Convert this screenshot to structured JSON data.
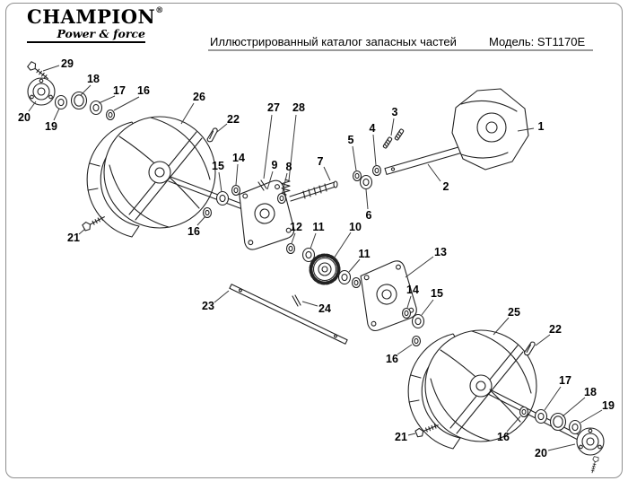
{
  "header": {
    "brand": "CHAMPION",
    "registered": "®",
    "tagline": "Power & force",
    "title": "Иллюстрированный каталог запасных частей",
    "model": "Модель: ST1170E"
  },
  "colors": {
    "line": "#222222",
    "text": "#000000",
    "border": "#8f8f8f"
  },
  "diagram": {
    "callouts": [
      {
        "n": "29",
        "label": [
          75,
          71
        ],
        "line": [
          66,
          73,
          48,
          79
        ]
      },
      {
        "n": "18",
        "label": [
          104,
          88
        ],
        "line": [
          101,
          95,
          90,
          106
        ]
      },
      {
        "n": "17",
        "label": [
          133,
          101
        ],
        "line": [
          128,
          107,
          110,
          115
        ]
      },
      {
        "n": "16",
        "label": [
          160,
          101
        ],
        "line": [
          155,
          108,
          127,
          123
        ]
      },
      {
        "n": "26",
        "label": [
          222,
          108
        ],
        "line": [
          216,
          115,
          202,
          138
        ]
      },
      {
        "n": "20",
        "label": [
          27,
          131
        ],
        "line": [
          32,
          124,
          40,
          113
        ]
      },
      {
        "n": "19",
        "label": [
          57,
          141
        ],
        "line": [
          60,
          134,
          66,
          121
        ]
      },
      {
        "n": "22",
        "label": [
          260,
          133
        ],
        "line": [
          253,
          138,
          242,
          147
        ]
      },
      {
        "n": "27",
        "label": [
          305,
          120
        ],
        "line": [
          303,
          128,
          294,
          199
        ]
      },
      {
        "n": "28",
        "label": [
          333,
          120
        ],
        "line": [
          330,
          128,
          322,
          201
        ]
      },
      {
        "n": "3",
        "label": [
          440,
          125
        ],
        "line": [
          439,
          132,
          436,
          151
        ]
      },
      {
        "n": "1",
        "label": [
          603,
          141
        ],
        "line": [
          595,
          143,
          577,
          146
        ]
      },
      {
        "n": "4",
        "label": [
          415,
          143
        ],
        "line": [
          416,
          150,
          419,
          184
        ]
      },
      {
        "n": "5",
        "label": [
          391,
          156
        ],
        "line": [
          393,
          163,
          397,
          190
        ]
      },
      {
        "n": "7",
        "label": [
          357,
          180
        ],
        "line": [
          361,
          186,
          368,
          201
        ]
      },
      {
        "n": "2",
        "label": [
          497,
          208
        ],
        "line": [
          491,
          202,
          477,
          183
        ]
      },
      {
        "n": "6",
        "label": [
          411,
          240
        ],
        "line": [
          410,
          233,
          408,
          211
        ]
      },
      {
        "n": "15",
        "label": [
          243,
          185
        ],
        "line": [
          244,
          192,
          247,
          214
        ]
      },
      {
        "n": "14",
        "label": [
          266,
          176
        ],
        "line": [
          265,
          183,
          263,
          206
        ]
      },
      {
        "n": "9",
        "label": [
          306,
          184
        ],
        "line": [
          304,
          191,
          298,
          211
        ]
      },
      {
        "n": "8",
        "label": [
          322,
          186
        ],
        "line": [
          320,
          193,
          315,
          214
        ]
      },
      {
        "n": "16",
        "label": [
          216,
          258
        ],
        "line": [
          220,
          251,
          229,
          241
        ]
      },
      {
        "n": "21",
        "label": [
          82,
          265
        ],
        "line": [
          88,
          261,
          95,
          255
        ]
      },
      {
        "n": "12",
        "label": [
          330,
          253
        ],
        "line": [
          329,
          260,
          325,
          271
        ]
      },
      {
        "n": "11",
        "label": [
          355,
          253
        ],
        "line": [
          352,
          260,
          346,
          277
        ]
      },
      {
        "n": "10",
        "label": [
          396,
          253
        ],
        "line": [
          391,
          259,
          372,
          288
        ]
      },
      {
        "n": "11",
        "label": [
          406,
          283
        ],
        "line": [
          401,
          289,
          389,
          303
        ]
      },
      {
        "n": "13",
        "label": [
          491,
          281
        ],
        "line": [
          483,
          286,
          452,
          309
        ]
      },
      {
        "n": "14",
        "label": [
          460,
          323
        ],
        "line": [
          458,
          330,
          454,
          343
        ]
      },
      {
        "n": "15",
        "label": [
          487,
          327
        ],
        "line": [
          483,
          334,
          470,
          351
        ]
      },
      {
        "n": "23",
        "label": [
          232,
          341
        ],
        "line": [
          239,
          337,
          255,
          324
        ]
      },
      {
        "n": "24",
        "label": [
          362,
          344
        ],
        "line": [
          354,
          341,
          337,
          336
        ]
      },
      {
        "n": "16",
        "label": [
          437,
          400
        ],
        "line": [
          443,
          395,
          459,
          384
        ]
      },
      {
        "n": "25",
        "label": [
          573,
          348
        ],
        "line": [
          567,
          354,
          550,
          373
        ]
      },
      {
        "n": "22",
        "label": [
          619,
          367
        ],
        "line": [
          613,
          373,
          597,
          385
        ]
      },
      {
        "n": "17",
        "label": [
          630,
          424
        ],
        "line": [
          625,
          431,
          607,
          457
        ]
      },
      {
        "n": "18",
        "label": [
          658,
          437
        ],
        "line": [
          652,
          443,
          627,
          464
        ]
      },
      {
        "n": "19",
        "label": [
          678,
          452
        ],
        "line": [
          671,
          457,
          647,
          471
        ]
      },
      {
        "n": "21",
        "label": [
          447,
          487
        ],
        "line": [
          455,
          485,
          463,
          483
        ]
      },
      {
        "n": "16",
        "label": [
          561,
          487
        ],
        "line": [
          565,
          481,
          580,
          464
        ]
      },
      {
        "n": "20",
        "label": [
          603,
          505
        ],
        "line": [
          611,
          502,
          641,
          495
        ]
      }
    ]
  }
}
